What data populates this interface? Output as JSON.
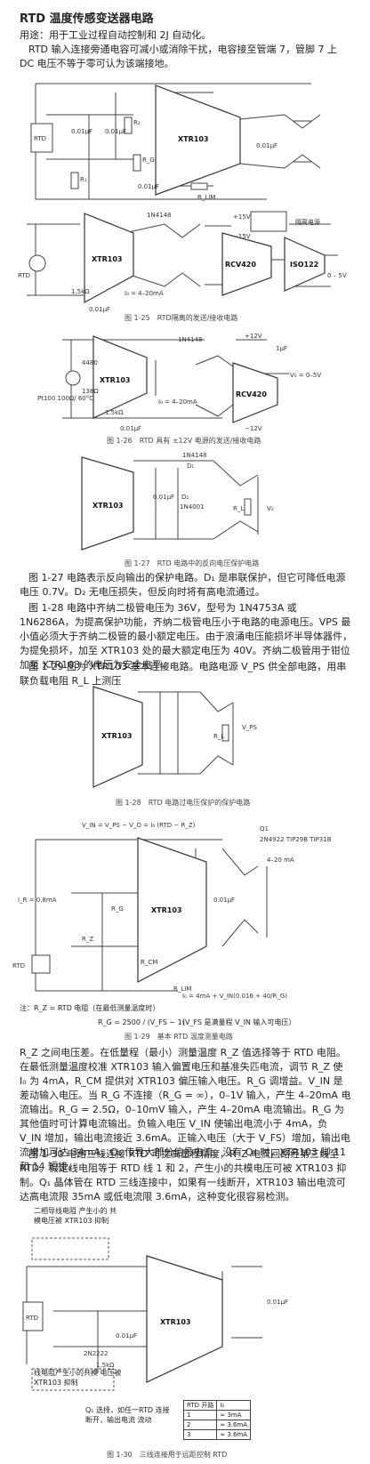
{
  "title": "RTD 温度传感变送器电路",
  "intro": {
    "p1": "用途：用于工业过程自动控制和 2J 自动化。",
    "p2": "RTD 输入连接旁通电容可减小或消除干扰，电容接至管端 7，管脚 7 上 DC 电压不等于零可认为该端接地。"
  },
  "fig1": {
    "rtd": "RTD",
    "chip": "XTR103",
    "c1": "0.01μF",
    "c2": "0.01μF",
    "c3": "0.01μF",
    "c4": "0.01μF",
    "r1": "R₁",
    "r2": "R₂",
    "rg": "R_G",
    "rlim": "R_LIM"
  },
  "fig25": {
    "chip1": "XTR103",
    "chip2": "RCV420",
    "chip3": "ISO122",
    "diode": "1N4148",
    "rtd": "RTD",
    "io": "I₀ = 4–20mA",
    "r1": "1.5kΩ",
    "c": "0.01μF",
    "p15": "+15V",
    "m15": "−15V",
    "iso": "隔离电源",
    "out": "0 – 5V",
    "caption": "图 1-25　RTD隔离的发送/接收电路"
  },
  "fig26": {
    "chip1": "XTR103",
    "chip2": "RCV420",
    "diode": "1N4148",
    "rtd": "Pt100 100Ω/ 60°C",
    "r1": "4480",
    "r2": "138Ω",
    "r3": "1.5kΩ",
    "c": "0.01μF",
    "p12": "+12V",
    "m12": "−12V",
    "io": "I₀ = 4–20mA",
    "out": "V₀ = 0–5V",
    "cap": "1μF",
    "caption": "图 1-26　RTD 具有 ±12V 电源的发送/接收电路"
  },
  "fig27": {
    "chip": "XTR103",
    "d1": "1N4148",
    "d1n": "D₁",
    "d2": "1N4001",
    "d2n": "D₂",
    "c": "0.01μF",
    "rl": "R_L",
    "v": "V₀",
    "caption": "图 1-27　RTD 电路中的反向电压保护电路"
  },
  "para27": "图 1-27 电路表示反向输出的保护电路。D₁ 是串联保护，但它可降低电源电压 0.7V。D₂ 无电压损失，但反向时将有高电流通过。",
  "para28": "图 1-28 电路中齐纳二极管电压为 36V，型号为 1N4753A 或 1N6286A，为提高保护功能，齐纳二极管电压小于电路的电源电压。VPS 最小值必须大于齐纳二极管的最小额定电压。由于浪涌电压能损坏半导体器件，为提免损坏，加至 XTR103 处的最大额定电压为 40V。齐纳二极管用于钳位加至 XTR103 的电压为安全电平。",
  "para29": "图 1-29 图为 XTR103 基本连接电路。电路电源 V_PS 供全部电路，用串联负载电阻 R_L 上测压",
  "fig28": {
    "chip": "XTR103",
    "rl": "R_L",
    "v": "V_PS",
    "caption": "图 1-28　RTD 电路过电压保护的保护电路"
  },
  "fig29": {
    "chip": "XTR103",
    "eq": "V_IN = V_PS − V_O = I₀ (RTD − R_Z)",
    "q1": "Q1",
    "q1parts": "2N4922 TIP29B TIP31B",
    "rtd": "RTD",
    "rz": "R_Z",
    "rg": "R_G",
    "rcm": "R_CM",
    "rlim": "R_LIM",
    "io": "4–20 mA",
    "ir": "I_R = 0.8mA",
    "c": "0.01μF",
    "eq2": "I₀ = 4mA + V_IN(0.016 + 40/R_G)",
    "caption": "图 1-29　基本 RTD 温度测量电路"
  },
  "note": {
    "line1": "注：R_Z = RTD 电阻（在最低测量温度时）",
    "formula": "R_G = 2500 / (V_FS − 1)",
    "formula_note": "（V_FS 是满量程 V_IN 输入可电压）"
  },
  "body": "R_Z 之间电压差。在低量程（最小）测量温度 R_Z 值选择等于 RTD 电阻。在最低测量温度校准 XTR103 输入偏置电压和基准失匹电流，调节 R_Z 使 I₀ 为 4mA，R_CM 提供对 XTR103 偏压输入电压。R_G 调增益。V_IN 是差动输入电压。当 R_G 不连接（R_G = ∞），0–1V 输入，产生 4–20mA 电流输出。R_G = 2.5Ω，0–10mV 输入，产生 4–20mA 电流输出。R_G 为其他值时可计算电流输出。负输入电压 V_IN 使输出电流小于 4mA，负 V_IN 增加，输出电流接近 3.6mA。正输入电压（大于 V_FS）增加，输出电流增加可达 34mA。Q₁ 传导大部分信号电流。没有 Q₁ 时，XTR103 脚 11 和 14 短接。",
  "para30": "图 1-30 电路三线连接 RTD 可提高量程精度，R_Z 电流回路经第三线至 RTD。假定线电阻等于 RTD 线 1 和 2，产生小的共模电压可被 XTR103 抑制。Q₁ 晶体管在 RTD 三线连接中，如果有一线断开，XTR103 输出电流可达高电流限 35mA 或低电流限 3.6mA，这种变化很容易检测。",
  "fig30": {
    "ann1": "二相导线电阻 产生小的 共模电压被 XTR103 抑制",
    "ann2": "线电阻产生小的共模 电压被 XTR103 抑制",
    "ann3": "Q₁ 选择，如任一RTD 连接 断开，输出电流 流动",
    "chip": "XTR103",
    "rtd": "RTD",
    "q": "2N2222",
    "r": "1.5kΩ",
    "c": "0.01μF",
    "c2": "0.01μF",
    "table_head": [
      "RTD 开路",
      "I₀"
    ],
    "table_rows": [
      [
        "1",
        "≈ 3mA"
      ],
      [
        "2",
        "≈ 3.6mA"
      ],
      [
        "3",
        "≈ 3.6mA"
      ]
    ],
    "caption": "图 1-30　三线连接用于远距控制 RTD"
  }
}
